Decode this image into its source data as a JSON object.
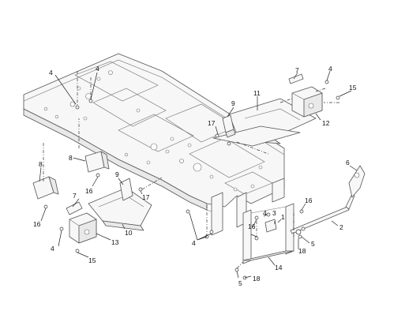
{
  "callouts": [
    {
      "id": "c4a",
      "text": "4"
    },
    {
      "id": "c4b",
      "text": "4"
    },
    {
      "id": "c7a",
      "text": "7"
    },
    {
      "id": "c4c",
      "text": "4"
    },
    {
      "id": "c15a",
      "text": "15"
    },
    {
      "id": "c11",
      "text": "11"
    },
    {
      "id": "c9a",
      "text": "9"
    },
    {
      "id": "c17a",
      "text": "17"
    },
    {
      "id": "c12",
      "text": "12"
    },
    {
      "id": "c8a",
      "text": "8"
    },
    {
      "id": "c8b",
      "text": "8"
    },
    {
      "id": "c6",
      "text": "6"
    },
    {
      "id": "c16a",
      "text": "16"
    },
    {
      "id": "c9b",
      "text": "9"
    },
    {
      "id": "c17b",
      "text": "17"
    },
    {
      "id": "c7b",
      "text": "7"
    },
    {
      "id": "c16b",
      "text": "16"
    },
    {
      "id": "c16c",
      "text": "16"
    },
    {
      "id": "c4d",
      "text": "4"
    },
    {
      "id": "c3",
      "text": "3"
    },
    {
      "id": "c1",
      "text": "1"
    },
    {
      "id": "c2",
      "text": "2"
    },
    {
      "id": "c16d",
      "text": "16"
    },
    {
      "id": "c10",
      "text": "10"
    },
    {
      "id": "c13",
      "text": "13"
    },
    {
      "id": "c4e",
      "text": "4"
    },
    {
      "id": "c4f",
      "text": "4"
    },
    {
      "id": "c5a",
      "text": "5"
    },
    {
      "id": "c18a",
      "text": "18"
    },
    {
      "id": "c15b",
      "text": "15"
    },
    {
      "id": "c14",
      "text": "14"
    },
    {
      "id": "c18b",
      "text": "18"
    },
    {
      "id": "c5b",
      "text": "5"
    }
  ]
}
